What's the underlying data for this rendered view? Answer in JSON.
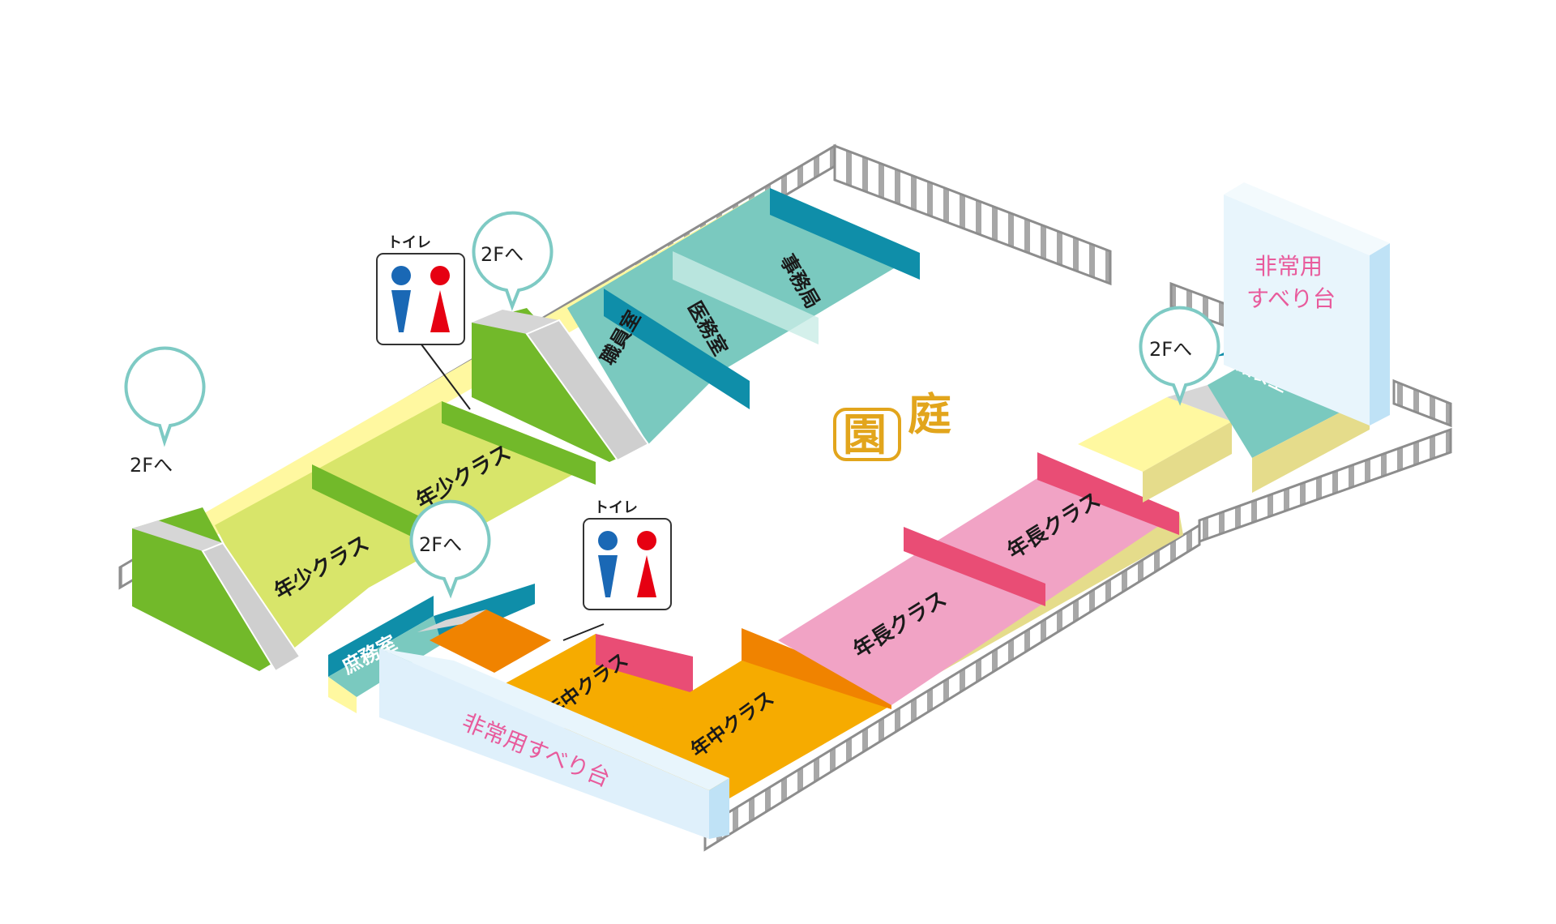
{
  "map": {
    "courtyard": {
      "char1": "園",
      "char2": "庭"
    },
    "rooms": {
      "jimukyoku": "事務局",
      "imushitsu": "医務室",
      "shokuinshitsu": "職員室",
      "nensho_1": "年少クラス",
      "nensho_2": "年少クラス",
      "shomushitsu": "庶務室",
      "nenchu_1": "年中クラス",
      "nenchu_2": "年中クラス",
      "nencho_1": "年長クラス",
      "nencho_2": "年長クラス",
      "kyushokushitsu": "給食室"
    },
    "slides": {
      "front": "非常用すべり台",
      "right_line1": "非常用",
      "right_line2": "すべり台"
    },
    "stairs_label": "2Fへ",
    "toilet_caption": "トイレ",
    "colors": {
      "nensho": "#d8e56a",
      "nensho_wall": "#72b92a",
      "office_floor": "#7ac9bf",
      "office_wall": "#0f8ea9",
      "nenchu": "#f6ab00",
      "nenchu_wall": "#f08300",
      "nencho": "#f1a3c5",
      "nencho_wall": "#e94d75",
      "corridor": "#fff8a0",
      "railing": "#9a9a9a",
      "slide": "#dff0fb",
      "bubble_border": "#7ecac4",
      "male": "#1a68b5",
      "female": "#e60012",
      "courtyard_text": "#e2a51c"
    }
  }
}
